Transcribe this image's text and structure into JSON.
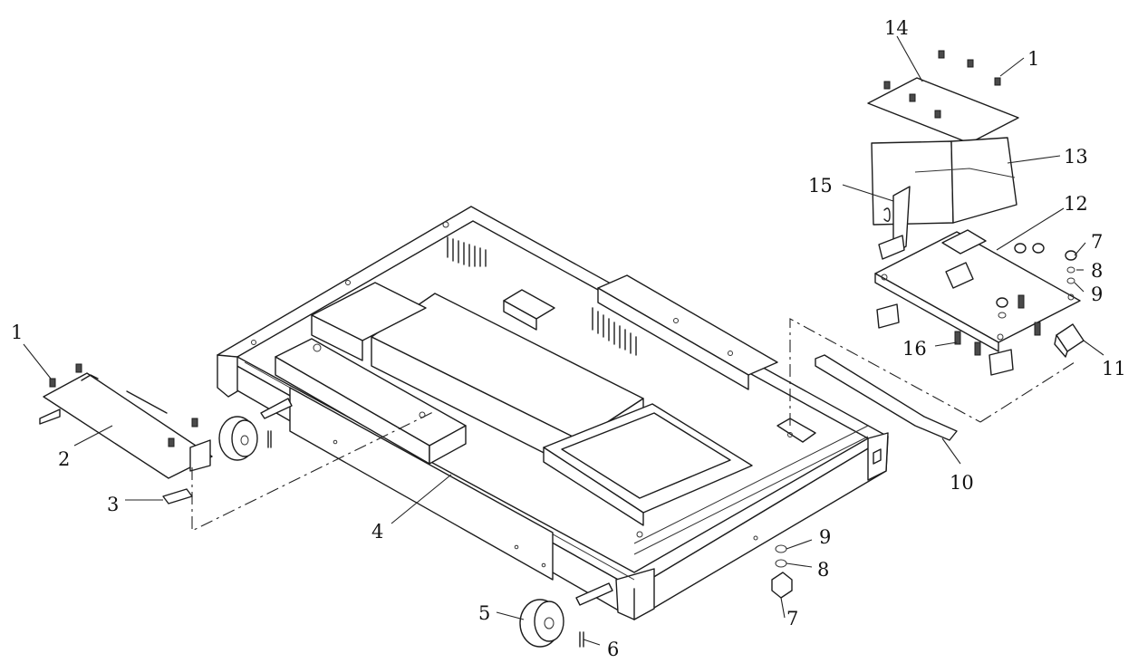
{
  "diagram": {
    "type": "exploded-assembly-drawing",
    "callouts": [
      {
        "id": "c1-top",
        "text": "1"
      },
      {
        "id": "c14",
        "text": "14"
      },
      {
        "id": "c13",
        "text": "13"
      },
      {
        "id": "c15",
        "text": "15"
      },
      {
        "id": "c12",
        "text": "12"
      },
      {
        "id": "c7-top",
        "text": "7"
      },
      {
        "id": "c8-top",
        "text": "8"
      },
      {
        "id": "c9-top",
        "text": "9"
      },
      {
        "id": "c16",
        "text": "16"
      },
      {
        "id": "c11",
        "text": "11"
      },
      {
        "id": "c10",
        "text": "10"
      },
      {
        "id": "c1-left",
        "text": "1"
      },
      {
        "id": "c2",
        "text": "2"
      },
      {
        "id": "c3",
        "text": "3"
      },
      {
        "id": "c4",
        "text": "4"
      },
      {
        "id": "c5",
        "text": "5"
      },
      {
        "id": "c6",
        "text": "6"
      },
      {
        "id": "c9-bot",
        "text": "9"
      },
      {
        "id": "c8-bot",
        "text": "8"
      },
      {
        "id": "c7-bot",
        "text": "7"
      }
    ]
  }
}
